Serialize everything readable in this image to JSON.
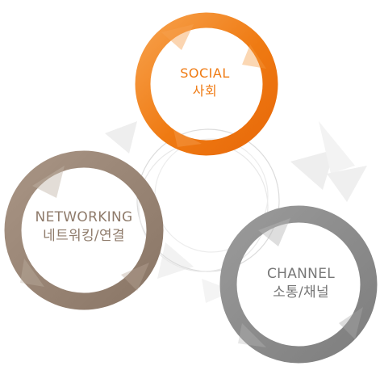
{
  "colors": {
    "social": "#ef7a12",
    "social_light": "#f7a04a",
    "networking": "#9a8676",
    "networking_light": "#b6a596",
    "channel": "#8c8c8c",
    "channel_light": "#ababab",
    "connector": "#dcdcdc",
    "facet": "#eeeeee"
  },
  "circles": [
    {
      "id": "social",
      "title": "SOCIAL",
      "subtitle": "사회"
    },
    {
      "id": "networking",
      "title": "NETWORKING",
      "subtitle": "네트워킹/연결"
    },
    {
      "id": "channel",
      "title": "CHANNEL",
      "subtitle": "소통/채널"
    }
  ]
}
